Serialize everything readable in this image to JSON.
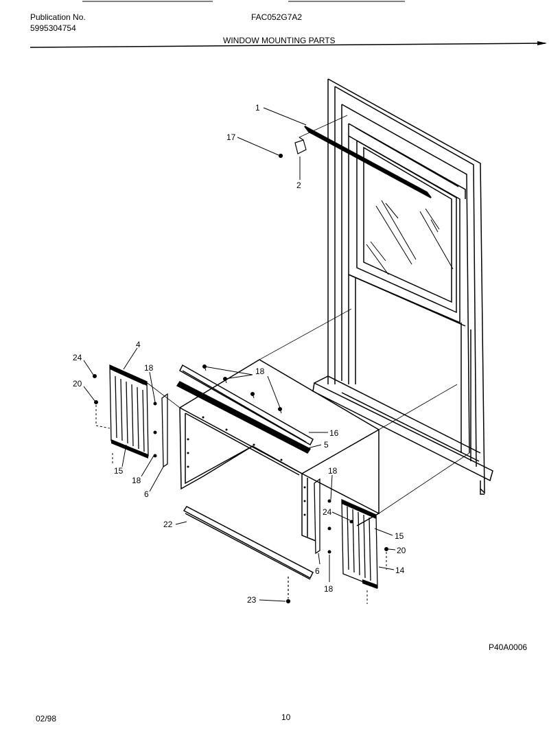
{
  "header": {
    "publication_label": "Publication No.",
    "publication_number": "5995304754",
    "model": "FAC052G7A2",
    "section_title": "WINDOW MOUNTING PARTS"
  },
  "callouts": {
    "c1": "1",
    "c17": "17",
    "c2": "2",
    "c4": "4",
    "c24_left": "24",
    "c20_left": "20",
    "c18_left_top": "18",
    "c15_left": "15",
    "c18_left_bottom": "18",
    "c6_left": "6",
    "c18_top": "18",
    "c16": "16",
    "c5": "5",
    "c18_right_top": "18",
    "c24_right": "24",
    "c15_right": "15",
    "c20_right": "20",
    "c14": "14",
    "c6_right": "6",
    "c18_right_bottom": "18",
    "c22": "22",
    "c23": "23"
  },
  "figure_code": "P40A0006",
  "footer": {
    "date": "02/98",
    "page_number": "10"
  }
}
